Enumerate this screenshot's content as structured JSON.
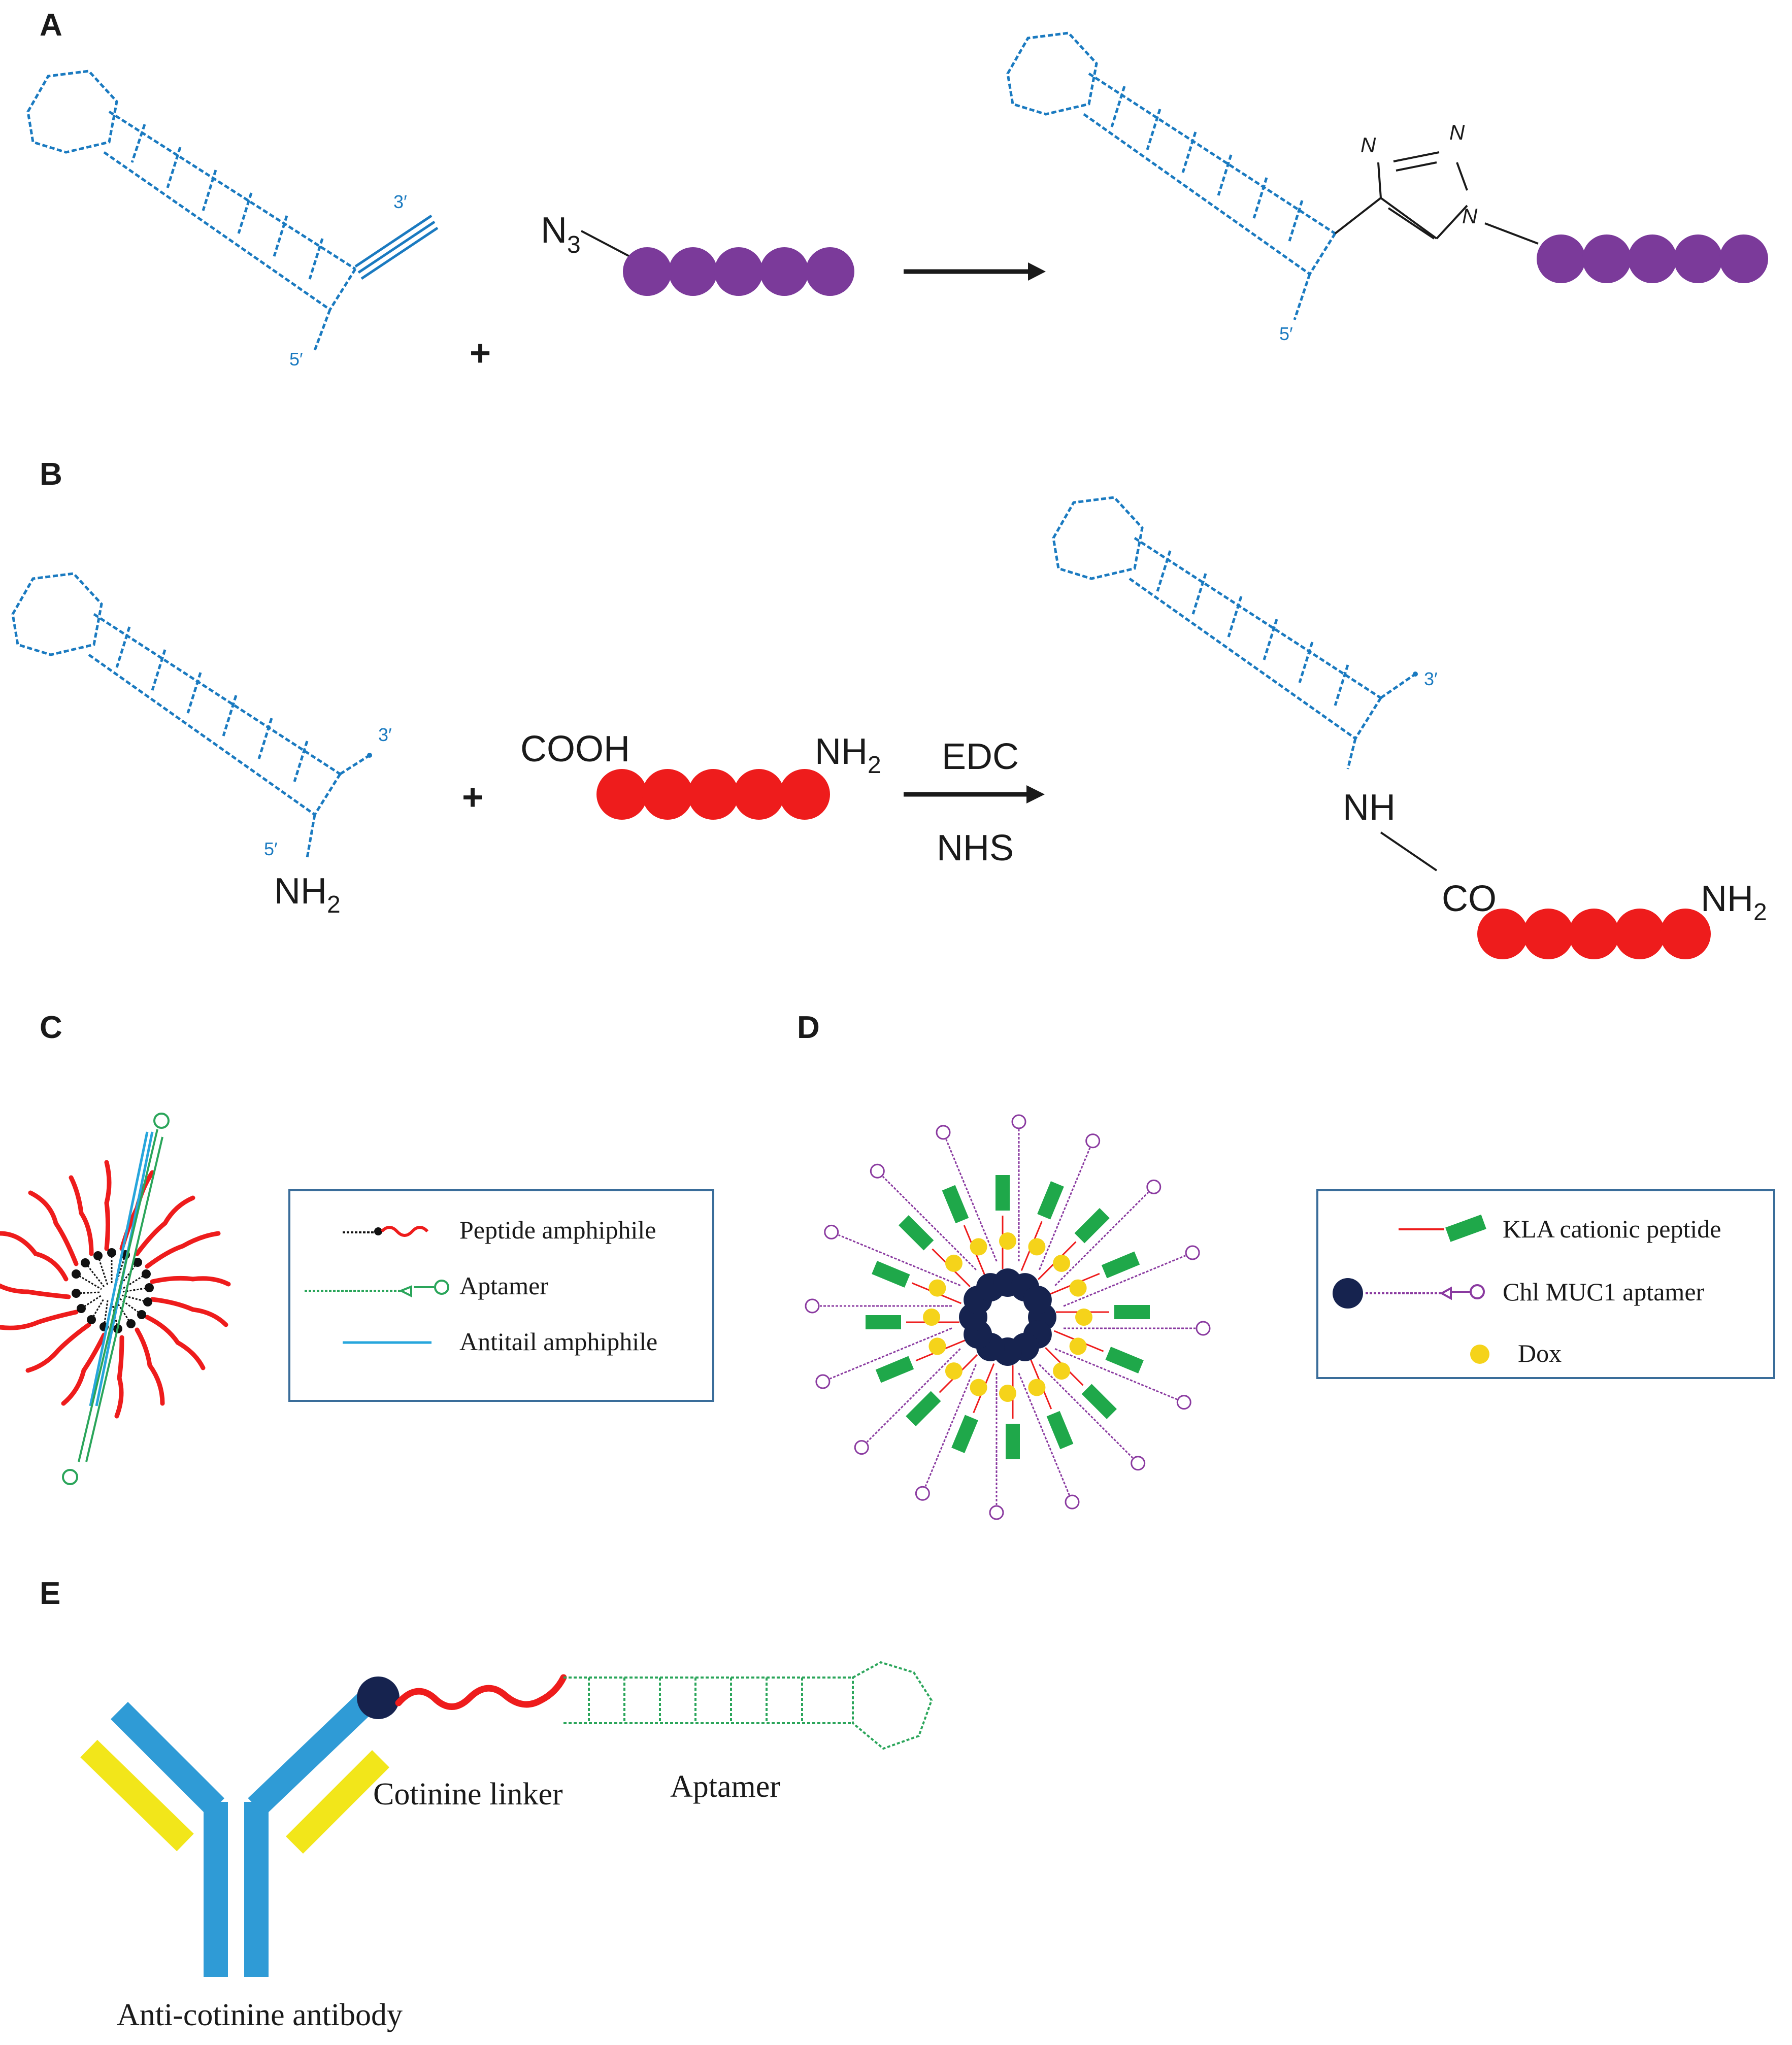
{
  "panels": {
    "A": {
      "letter": "A",
      "label_3prime": "3′",
      "label_5prime": "5′",
      "reagent_group": "N",
      "reagent_sub": "3",
      "plus": "+",
      "triazole_n1": "N",
      "triazole_n2": "N",
      "triazole_n3": "N",
      "product_5prime": "5′"
    },
    "B": {
      "letter": "B",
      "label_3prime": "3′",
      "label_5prime": "5′",
      "amine_main": "NH",
      "amine_sub": "2",
      "plus": "+",
      "cooh": "COOH",
      "peptide_amine_main": "NH",
      "peptide_amine_sub": "2",
      "reagent_top": "EDC",
      "reagent_bottom": "NHS",
      "product_3prime": "3′",
      "product_nh": "NH",
      "product_co": "CO",
      "product_amine_main": "NH",
      "product_amine_sub": "2"
    },
    "C": {
      "letter": "C",
      "legend": [
        "Peptide amphiphile",
        "Aptamer",
        "Antitail amphiphile"
      ]
    },
    "D": {
      "letter": "D",
      "legend": [
        "KLA cationic peptide",
        "Chl MUC1 aptamer",
        "Dox"
      ]
    },
    "E": {
      "letter": "E",
      "linker_label": "Cotinine linker",
      "aptamer_label": "Aptamer",
      "antibody_label": "Anti-cotinine antibody"
    }
  },
  "colors": {
    "dna_blue": "#1a7ac0",
    "peptide_purple": "#7b3a9a",
    "peptide_red": "#ee1c1c",
    "aptamer_green": "#2aa55a",
    "antitail_cyan": "#27a6dc",
    "kla_green": "#1fa84a",
    "dox_yellow": "#f5d31a",
    "core_navy": "#16234f",
    "muc1_purple": "#8a3aa0",
    "antibody_blue": "#2f9bd6",
    "antibody_yellow": "#f2e61a"
  }
}
